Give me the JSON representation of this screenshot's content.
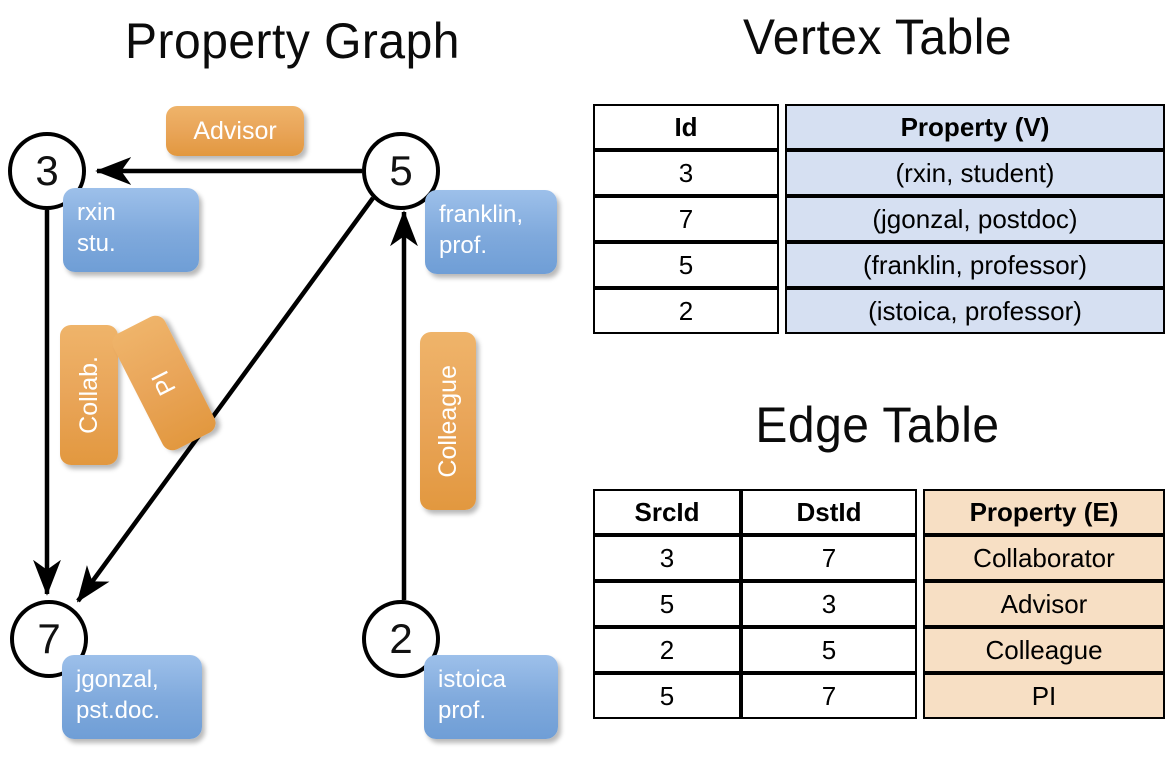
{
  "titles": {
    "property_graph": "Property Graph",
    "vertex_table": "Vertex Table",
    "edge_table": "Edge Table"
  },
  "graph": {
    "vertices": [
      {
        "id": "3",
        "label": "3",
        "property_line1": "rxin",
        "property_line2": "stu."
      },
      {
        "id": "5",
        "label": "5",
        "property_line1": "franklin,",
        "property_line2": "prof."
      },
      {
        "id": "7",
        "label": "7",
        "property_line1": "jgonzal,",
        "property_line2": "pst.doc."
      },
      {
        "id": "2",
        "label": "2",
        "property_line1": "istoica",
        "property_line2": "prof."
      }
    ],
    "edge_labels": [
      {
        "name": "advisor",
        "text": "Advisor"
      },
      {
        "name": "collab",
        "text": "Collab."
      },
      {
        "name": "pi",
        "text": "PI"
      },
      {
        "name": "colleague",
        "text": "Colleague"
      }
    ]
  },
  "vertex_table": {
    "headers": [
      "Id",
      "Property (V)"
    ],
    "rows": [
      {
        "id": "3",
        "property": "(rxin, student)"
      },
      {
        "id": "7",
        "property": "(jgonzal, postdoc)"
      },
      {
        "id": "5",
        "property": "(franklin, professor)"
      },
      {
        "id": "2",
        "property": "(istoica, professor)"
      }
    ]
  },
  "edge_table": {
    "headers": [
      "SrcId",
      "DstId",
      "Property (E)"
    ],
    "rows": [
      {
        "src": "3",
        "dst": "7",
        "property": "Collaborator"
      },
      {
        "src": "5",
        "dst": "3",
        "property": "Advisor"
      },
      {
        "src": "2",
        "dst": "5",
        "property": "Colleague"
      },
      {
        "src": "5",
        "dst": "7",
        "property": "PI"
      }
    ]
  },
  "colors": {
    "vertex_property_box": "#7fa9dc",
    "edge_label_box": "#e9a559",
    "vertex_table_header": "#d6e0f2",
    "edge_table_header": "#f7dfc4",
    "stroke": "#000000",
    "background": "#ffffff"
  }
}
